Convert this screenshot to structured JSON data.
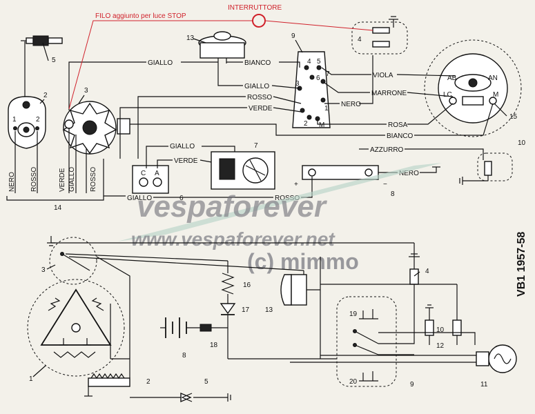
{
  "annotations": {
    "filo": "FILO aggiunto per luce STOP",
    "interruttore": "INTERRUTTORE"
  },
  "wires": {
    "giallo_top": "GIALLO",
    "bianco_top": "BIANCO",
    "giallo_mid": "GIALLO",
    "rosso_mid": "ROSSO",
    "verde_mid": "VERDE",
    "viola": "VIOLA",
    "marrone": "MARRONE",
    "nero_sw": "NERO",
    "rosa": "ROSA",
    "bianco_r": "BIANCO",
    "azzurro": "AZZURRO",
    "giallo_reg": "GIALLO",
    "verde_reg": "VERDE",
    "nero_lamp": "NERO",
    "rosso_low": "ROSSO",
    "giallo_low": "GIALLO",
    "v_nero": "NERO",
    "v_rosso1": "ROSSO",
    "v_verde": "VERDE",
    "v_giallo": "GIALLO",
    "v_rosso2": "ROSSO"
  },
  "numbers": [
    "1",
    "2",
    "3",
    "4",
    "5",
    "6",
    "7",
    "8",
    "9",
    "10",
    "11",
    "12",
    "13",
    "14",
    "15",
    "16",
    "17",
    "18",
    "19",
    "20"
  ],
  "pins": {
    "sw_4": "4",
    "sw_5": "5",
    "sw_6": "6",
    "sw_7": "7",
    "sw_1": "1",
    "sw_3": "3",
    "sw_2": "2",
    "sw_m": "M",
    "c_ab": "AB",
    "c_an": "AN",
    "c_lc": "LC",
    "c_m": "M",
    "reg_c": "C",
    "reg_a": "A",
    "coil_1": "1",
    "coil_2": "2",
    "plus": "+",
    "minus": "−"
  },
  "watermark": {
    "line1": "vespaforever",
    "line2": "www.vespaforever.net",
    "line3": "(c) mimmo"
  },
  "title_side": "VB1  1957-58",
  "colors": {
    "annotation_red": "#d0202a",
    "watermark_gray": "#6f6f78",
    "arrow_green": "#b8d3c8"
  }
}
